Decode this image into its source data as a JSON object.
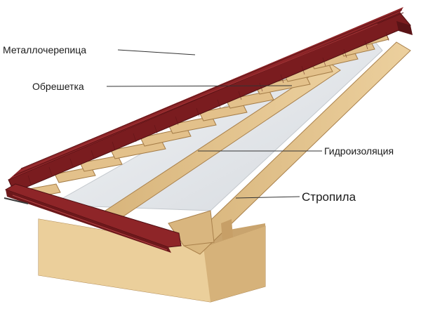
{
  "labels": {
    "tile": "Металлочерепица",
    "batten": "Обрешетка",
    "membrane": "Гидроизоляция",
    "rafter": "Стропила"
  },
  "colors": {
    "tile": "#7a1c1f",
    "tile_dark": "#4e0f12",
    "tile_light": "#9a2a2c",
    "wood": "#e2c08a",
    "wood_dark": "#b98e55",
    "membrane": "#e6e9ec",
    "leader": "#333333"
  }
}
